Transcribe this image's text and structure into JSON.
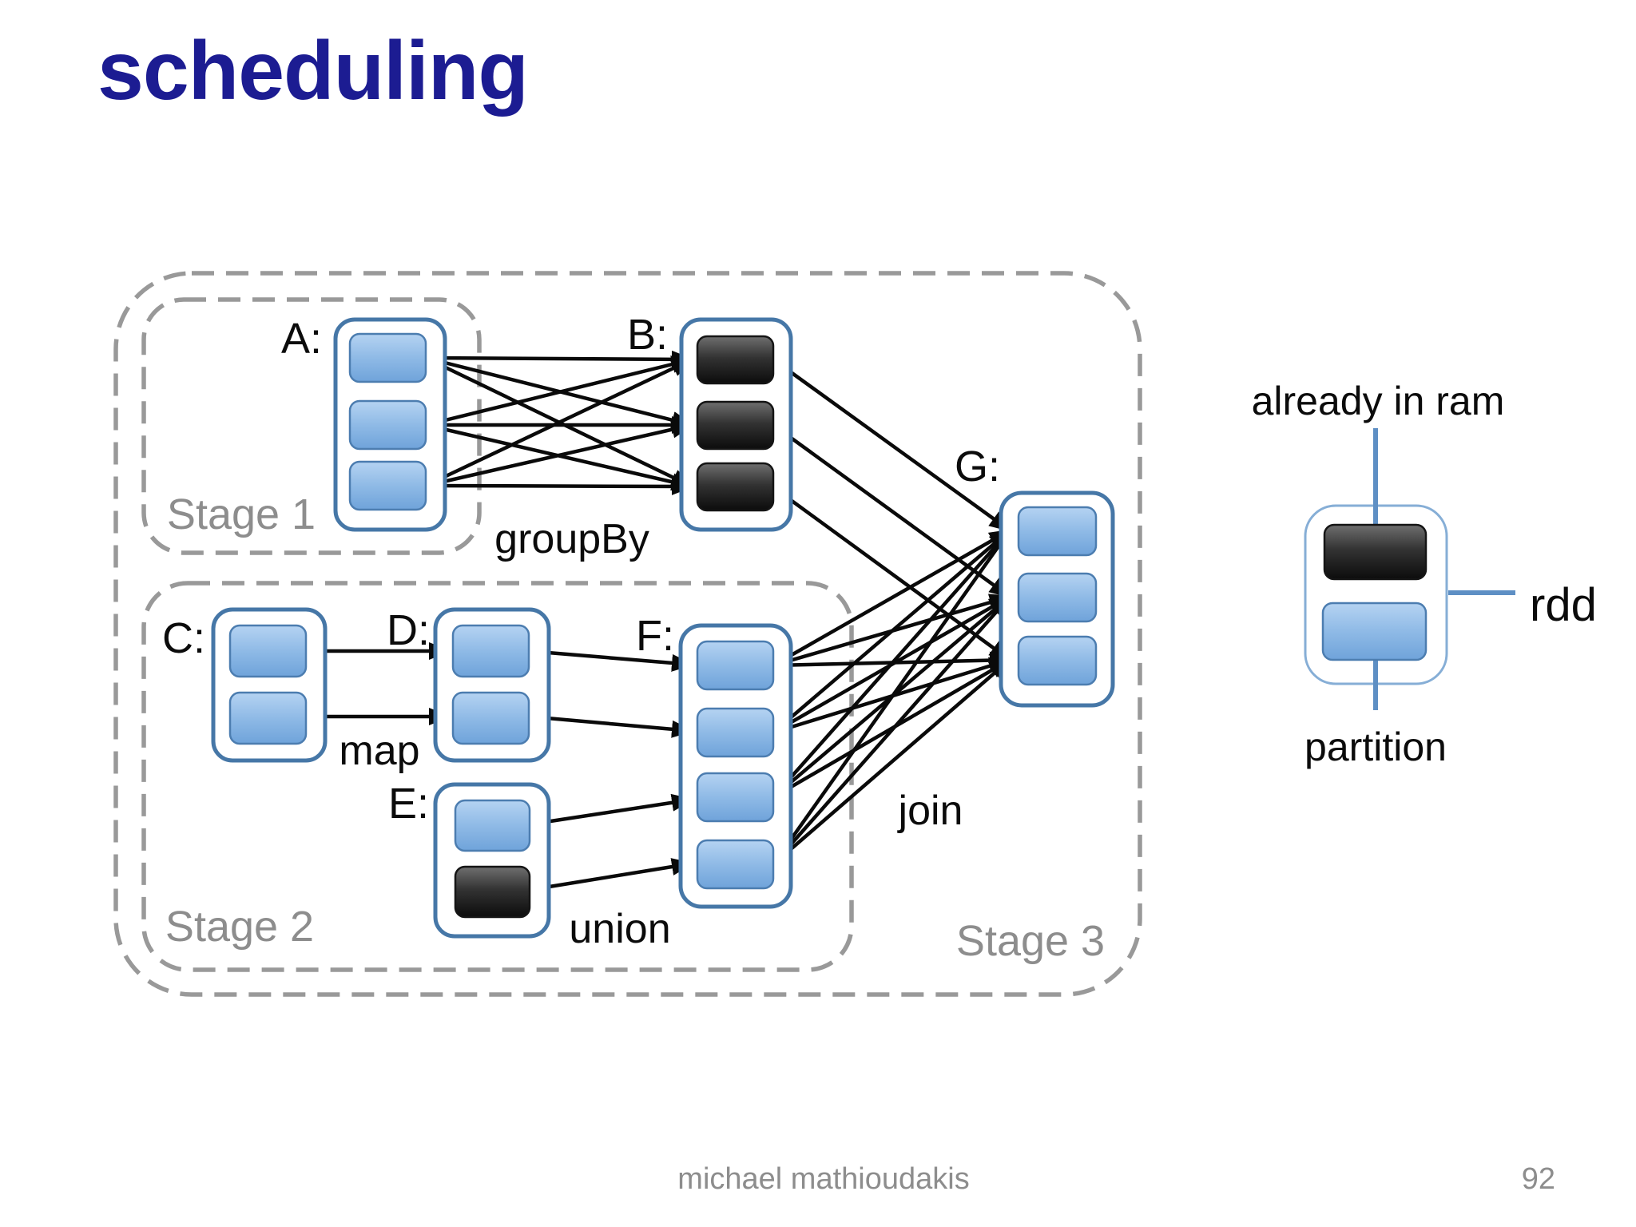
{
  "title": "scheduling",
  "footer": {
    "author": "michael mathioudakis",
    "page": "92"
  },
  "diagram": {
    "stages": [
      {
        "label": "Stage 1"
      },
      {
        "label": "Stage 2"
      },
      {
        "label": "Stage 3"
      }
    ],
    "operations": {
      "groupBy": "groupBy",
      "map": "map",
      "union": "union",
      "join": "join"
    },
    "rdds": [
      {
        "label": "A:",
        "stage": "Stage 1",
        "partitions": [
          "partition",
          "partition",
          "partition"
        ]
      },
      {
        "label": "B:",
        "stage": "Stage 3",
        "partitions": [
          "already-in-ram",
          "already-in-ram",
          "already-in-ram"
        ]
      },
      {
        "label": "C:",
        "stage": "Stage 2",
        "partitions": [
          "partition",
          "partition"
        ]
      },
      {
        "label": "D:",
        "stage": "Stage 2",
        "partitions": [
          "partition",
          "partition"
        ]
      },
      {
        "label": "E:",
        "stage": "Stage 2",
        "partitions": [
          "partition",
          "already-in-ram"
        ]
      },
      {
        "label": "F:",
        "stage": "Stage 2",
        "partitions": [
          "partition",
          "partition",
          "partition",
          "partition"
        ]
      },
      {
        "label": "G:",
        "stage": "Stage 3",
        "partitions": [
          "partition",
          "partition",
          "partition"
        ]
      }
    ],
    "edges": [
      {
        "from": "A",
        "to": "B",
        "operation": "groupBy",
        "pattern": "all-to-all"
      },
      {
        "from": "B",
        "to": "G",
        "operation": "join",
        "pattern": "one-to-one"
      },
      {
        "from": "C",
        "to": "D",
        "operation": "map",
        "pattern": "one-to-one"
      },
      {
        "from": "D",
        "to": "F",
        "operation": "union",
        "pattern": "one-to-one"
      },
      {
        "from": "E",
        "to": "F",
        "operation": "union",
        "pattern": "one-to-one"
      },
      {
        "from": "F",
        "to": "G",
        "operation": "join",
        "pattern": "all-to-all"
      }
    ]
  },
  "legend": {
    "already_in_ram": "already in ram",
    "rdd": "rdd",
    "partition": "partition"
  },
  "colors": {
    "title": "#1c1c92",
    "partition_blue_top": "#AFCFF1",
    "partition_blue_bottom": "#6FA3DA",
    "partition_dark_top": "#6f6f6f",
    "partition_dark_bottom": "#0c0c0c",
    "rdd_box_border": "#4677A7",
    "stage_dash": "#999999",
    "stage_label_gray": "#8d8d8d",
    "legend_line_blue": "#5E8FC4",
    "arrow_black": "#0a0a0a"
  }
}
